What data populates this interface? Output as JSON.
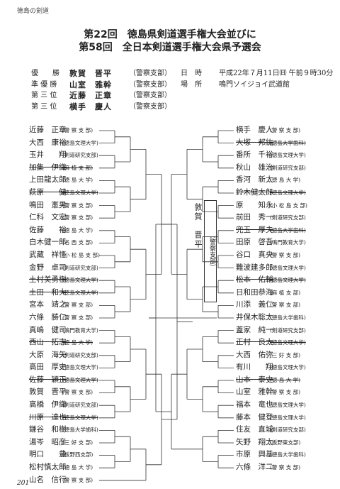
{
  "header": "徳島の剣道",
  "title1": "第22回　徳島県剣道選手権大会並びに",
  "title2": "第58回　全日本剣道選手権大会県予選会",
  "results": [
    {
      "rank": "優　　勝",
      "name": "敦賀　晋平",
      "aff": "（警察支部）"
    },
    {
      "rank": "準 優 勝",
      "name": "山室　雅幹",
      "aff": "（警察支部）"
    },
    {
      "rank": "第 三 位",
      "name": "近藤　正章",
      "aff": "（警察支部）"
    },
    {
      "rank": "第 三 位",
      "name": "横手　慶人",
      "aff": "（警察支部）"
    }
  ],
  "info": [
    {
      "k": "日　時",
      "v": "平成22年７月11日㈰ 午前９時30分"
    },
    {
      "k": "場　所",
      "v": "鳴門ソイジョイ武道館"
    }
  ],
  "left_players": [
    {
      "n": "近藤　正章",
      "a": "(警 察 支 部)"
    },
    {
      "n": "大西　康裕",
      "a": "(徳島文理大学)"
    },
    {
      "n": "玉井　　翔",
      "a": "(剣道研究支部)"
    },
    {
      "n": "加集　伊織",
      "a": "(麻 植 支 部)",
      "s": true
    },
    {
      "n": "上田龍太郎",
      "a": "(徳 島 大 学)"
    },
    {
      "n": "萩原　　健",
      "a": "(徳島文理大学)",
      "s": true
    },
    {
      "n": "鳴田　憲男",
      "a": "(警 察 支 部)"
    },
    {
      "n": "仁科　文宏",
      "a": "(警 察 支 部)"
    },
    {
      "n": "佐藤　　裕",
      "a": "(徳 島 大 学)"
    },
    {
      "n": "白木健一郎",
      "a": "(名 西 支 部)"
    },
    {
      "n": "武藏　祥悟",
      "a": "(小 松 島 支 部)"
    },
    {
      "n": "金野　卓司",
      "a": "(剣道研究支部)"
    },
    {
      "n": "土村美勇樹",
      "a": "(徳島文理大学)",
      "s": true
    },
    {
      "n": "土田　和大",
      "a": "(徳島文理大学)",
      "s": true
    },
    {
      "n": "宮本　靖之",
      "a": "(警 察 支 部)"
    },
    {
      "n": "六條　勝仁",
      "a": "(警 察 支 部)"
    },
    {
      "n": "真嶋　健司",
      "a": "(鳴門教育大学)"
    },
    {
      "n": "西山　拓志",
      "a": "(徳 島 大 学)",
      "s": true
    },
    {
      "n": "大原　海矢",
      "a": "(剣道研究支部)"
    },
    {
      "n": "高田　厚史",
      "a": "(徳島文理大学)"
    },
    {
      "n": "佐藤　穎正",
      "a": "(徳島文理大学)",
      "s": true
    },
    {
      "n": "敦賀　晋平",
      "a": "(警 察 支 部)"
    },
    {
      "n": "高橋　伊織",
      "a": "(剣道研究支部)"
    },
    {
      "n": "川原　達也",
      "a": "(徳島文理大学)",
      "s": true
    },
    {
      "n": "鎌谷　和樹",
      "a": "(徳島大学歯科)"
    },
    {
      "n": "湯岑　昭彦",
      "a": "(三 好 支 部)"
    },
    {
      "n": "明口　　豊",
      "a": "(板野西支部)"
    },
    {
      "n": "松村慎太郎",
      "a": "(徳 島 大 学)"
    },
    {
      "n": "山名　信行",
      "a": "(警 察 支 部)"
    }
  ],
  "right_players": [
    {
      "n": "横手　慶人",
      "a": "(警 察 支 部)"
    },
    {
      "n": "大塚　邦紘",
      "a": "(徳島大学歯科)",
      "s": true
    },
    {
      "n": "番所　千裕",
      "a": "(徳島文理大学)"
    },
    {
      "n": "秋山　雄治",
      "a": "(剣道研究支部)"
    },
    {
      "n": "香河　新太",
      "a": "(徳 島 大 学)"
    },
    {
      "n": "鈴木健太郎",
      "a": "(徳島文理大学)",
      "s": true
    },
    {
      "n": "原　　知永",
      "a": "(小 松 島 支 部)"
    },
    {
      "n": "前田　秀一",
      "a": "(剣道研究支部)"
    },
    {
      "n": "兜玉　厚夫",
      "a": "(徳島大学歯科)",
      "s": true
    },
    {
      "n": "田原　啓吾",
      "a": "(鳴門教育大学)"
    },
    {
      "n": "谷口　真央",
      "a": "(警 察 支 部)"
    },
    {
      "n": "難波建多郎",
      "a": "(徳島文理大学)"
    },
    {
      "n": "松本　佑輔",
      "a": "(徳島文理大学)",
      "s": true
    },
    {
      "n": "日和田恭海",
      "a": "(麻 植 支 部)"
    },
    {
      "n": "川添　義仁",
      "a": "(警 察 支 部)"
    },
    {
      "n": "井保木聡太",
      "a": "(徳島大学歯科)"
    },
    {
      "n": "蓋家　純一",
      "a": "(剣道研究支部)"
    },
    {
      "n": "正村　良太",
      "a": "(徳島文理大学)",
      "s": true
    },
    {
      "n": "大西　佑弥",
      "a": "(三 好 支 部)"
    },
    {
      "n": "有川　　翔",
      "a": "(徳島文理大学)"
    },
    {
      "n": "山本　泰史",
      "a": "(徳 島 大 学)",
      "s": true
    },
    {
      "n": "山室　雅幹",
      "a": "(警 察 支 部)"
    },
    {
      "n": "福本　竜也",
      "a": "(徳島文理大学)"
    },
    {
      "n": "藤本　健登",
      "a": "(徳島文理大学)"
    },
    {
      "n": "住友　直城",
      "a": "(剣道研究支部)"
    },
    {
      "n": "矢野　翔太",
      "a": "(板野東支部)"
    },
    {
      "n": "市原　興基",
      "a": "(徳島大学歯科)"
    },
    {
      "n": "六條　洋二",
      "a": "(警 察 支 部)"
    }
  ],
  "champion": {
    "name": "敦賀　晋平",
    "aff": "（警察支部）"
  },
  "page_number": "201"
}
